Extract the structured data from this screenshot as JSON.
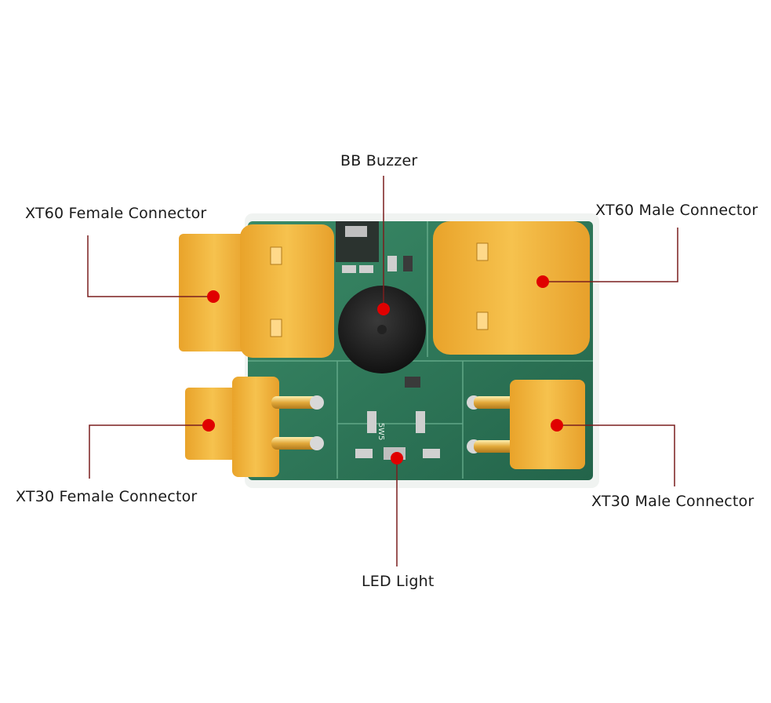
{
  "labels": {
    "bb_buzzer": "BB Buzzer",
    "xt60_female": "XT60 Female Connector",
    "xt60_male": "XT60 Male Connector",
    "xt30_female": "XT30 Female Connector",
    "xt30_male": "XT30 Male Connector",
    "led_light": "LED Light"
  },
  "pcb_marking": "5W5",
  "colors": {
    "pcb": "#2e7d5b",
    "connector": "#f0b43a",
    "marker": "#e00000",
    "leader_line": "#7a1e1e"
  }
}
